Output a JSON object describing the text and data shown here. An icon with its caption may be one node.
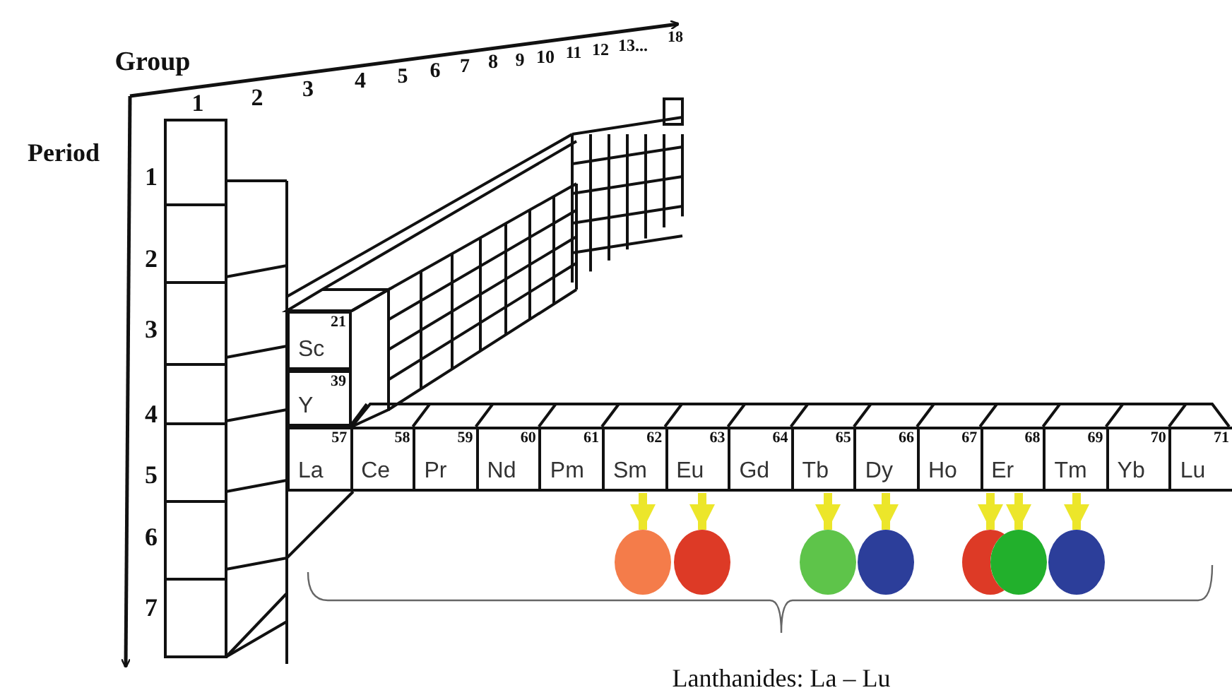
{
  "diagram": {
    "nodes": [
      {
        "text": [
          "Sc",
          "21"
        ]
      },
      {
        "text": [
          "Y",
          "39"
        ]
      },
      {
        "text": [
          "La",
          "57"
        ]
      },
      {
        "text": [
          "Ce",
          "58"
        ]
      },
      {
        "text": [
          "Pr",
          "59"
        ]
      },
      {
        "text": [
          "Nd",
          "60"
        ]
      },
      {
        "text": [
          "Pm",
          "61"
        ]
      },
      {
        "text": [
          "Sm",
          "62"
        ]
      },
      {
        "text": [
          "Eu",
          "63"
        ]
      },
      {
        "text": [
          "Gd",
          "64"
        ]
      },
      {
        "text": [
          "Tb",
          "65"
        ]
      },
      {
        "text": [
          "Dy",
          "66"
        ]
      },
      {
        "text": [
          "Ho",
          "67"
        ]
      },
      {
        "text": [
          "Er",
          "68"
        ]
      },
      {
        "text": [
          "Tm",
          "69"
        ]
      },
      {
        "text": [
          "Yb",
          "70"
        ]
      },
      {
        "text": [
          "Lu",
          "71"
        ]
      },
      {
        "text": [],
        "shape": "circle"
      },
      {
        "text": [],
        "shape": "circle"
      },
      {
        "text": [],
        "shape": "circle"
      },
      {
        "text": [],
        "shape": "circle"
      },
      {
        "text": [],
        "shape": "circle"
      },
      {
        "text": [],
        "shape": "circle"
      },
      {
        "text": [],
        "shape": "circle"
      }
    ],
    "edges": [
      {
        "from": 7,
        "to": 17,
        "arrow": "to"
      },
      {
        "from": 8,
        "to": 18,
        "arrow": "to"
      },
      {
        "from": 10,
        "to": 19,
        "arrow": "to"
      },
      {
        "from": 11,
        "to": 20,
        "arrow": "to"
      },
      {
        "from": 13,
        "to": 21,
        "arrow": "to"
      },
      {
        "from": 13,
        "to": 22,
        "arrow": "to"
      },
      {
        "from": 14,
        "to": 23,
        "arrow": "to"
      }
    ],
    "labels": [
      "Group",
      "1",
      "2",
      "3",
      "4",
      "5",
      "6",
      "7",
      "8",
      "9",
      "10",
      "11",
      "12",
      "13...",
      "18",
      "Period",
      "1",
      "2",
      "3",
      "4",
      "5",
      "6",
      "7",
      "Lanthanides: La – Lu"
    ]
  }
}
